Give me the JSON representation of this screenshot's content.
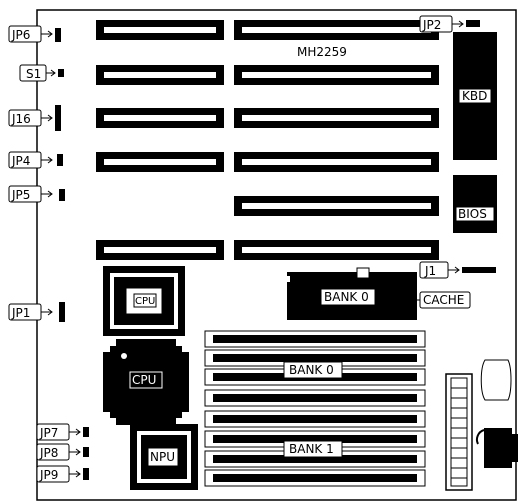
{
  "board": {
    "model": "MH2259",
    "jumpers": {
      "jp6": "JP6",
      "s1": "S1",
      "j16": "J16",
      "jp4": "JP4",
      "jp5": "JP5",
      "jp1": "JP1",
      "jp7": "JP7",
      "jp8": "JP8",
      "jp9": "JP9",
      "jp2": "JP2",
      "j1": "J1"
    },
    "chips": {
      "kbd": "KBD",
      "bios": "BIOS",
      "cpu_socket": "CPU",
      "cpu": "CPU",
      "npu": "NPU"
    },
    "memory": {
      "cache_bank": "BANK 0",
      "cache": "CACHE",
      "simm_bank0": "BANK 0",
      "simm_bank1": "BANK 1"
    }
  }
}
